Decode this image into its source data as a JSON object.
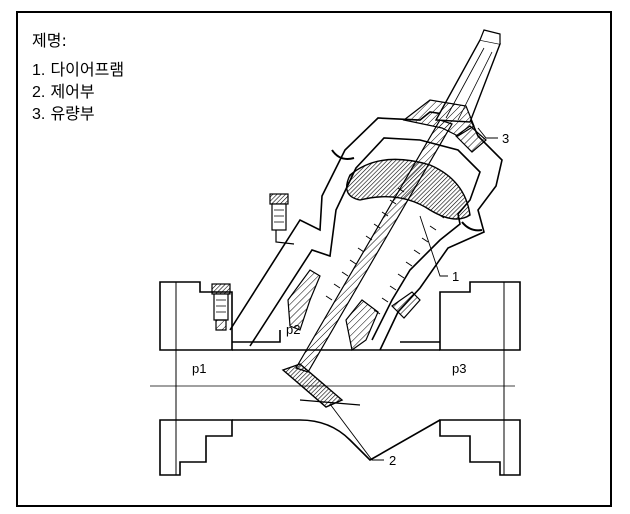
{
  "legend": {
    "title": "제명:",
    "items": [
      {
        "num": "1.",
        "label": "다이어프램"
      },
      {
        "num": "2.",
        "label": "제어부"
      },
      {
        "num": "3.",
        "label": "유량부"
      }
    ]
  },
  "callouts": [
    "1",
    "2",
    "3"
  ],
  "pressure_labels": [
    "p1",
    "p2",
    "p3"
  ]
}
